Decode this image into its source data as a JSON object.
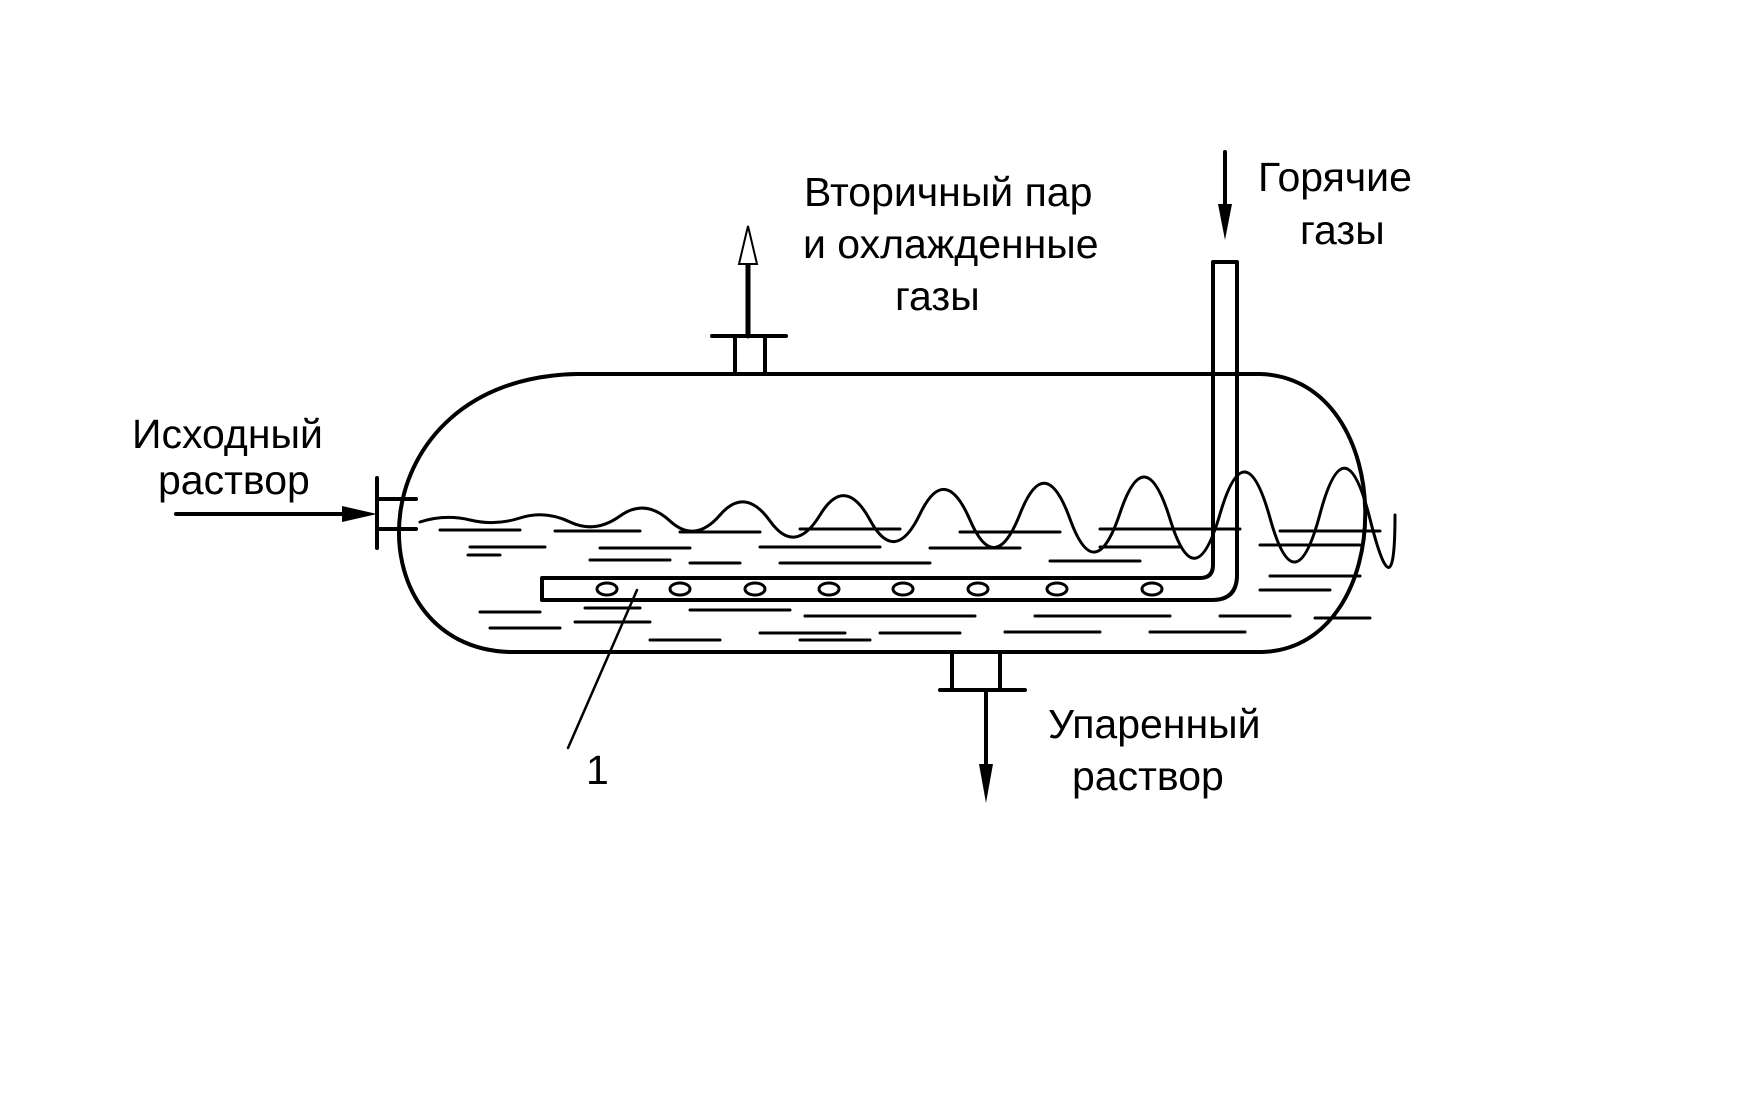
{
  "labels": {
    "secondary_steam_line1": "Вторичный пар",
    "secondary_steam_line2": "и охлажденные",
    "secondary_steam_line3": "газы",
    "hot_gases_line1": "Горячие",
    "hot_gases_line2": "газы",
    "feed_line1": "Исходный",
    "feed_line2": "раствор",
    "product_line1": "Упаренный",
    "product_line2": "раствор",
    "callout_number": "1"
  },
  "colors": {
    "stroke": "#000000",
    "background": "#ffffff"
  }
}
